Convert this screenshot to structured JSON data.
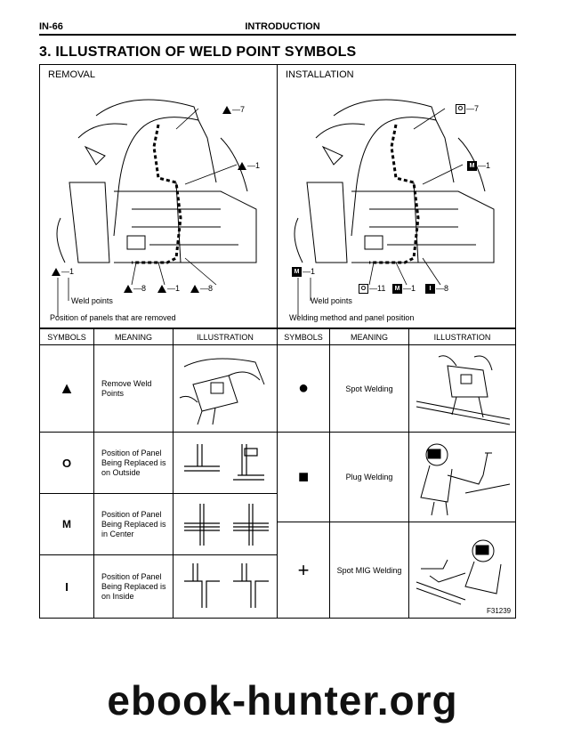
{
  "header": {
    "page_num": "IN-66",
    "title": "INTRODUCTION"
  },
  "section_title": "3.  ILLUSTRATION OF WELD POINT SYMBOLS",
  "removal": {
    "label": "REMOVAL",
    "callouts": [
      "7",
      "1",
      "8",
      "1",
      "8"
    ],
    "legend_num": "1",
    "weld_points_label": "Weld points",
    "position_label": "Position of panels that are removed"
  },
  "installation": {
    "label": "INSTALLATION",
    "callouts": [
      "7",
      "1",
      "11",
      "1",
      "8"
    ],
    "legend_num": "1",
    "weld_points_label": "Weld points",
    "position_label": "Welding method and panel position"
  },
  "left_table": {
    "headers": [
      "SYMBOLS",
      "MEANING",
      "ILLUSTRATION"
    ],
    "rows": [
      {
        "symbol": "▲",
        "meaning": "Remove Weld Points"
      },
      {
        "symbol": "O",
        "meaning": "Position of Panel Being Replaced is on Outside"
      },
      {
        "symbol": "M",
        "meaning": "Position of Panel Being Replaced is in Center"
      },
      {
        "symbol": "I",
        "meaning": "Position of Panel Being Replaced is on Inside"
      }
    ]
  },
  "right_table": {
    "headers": [
      "SYMBOLS",
      "MEANING",
      "ILLUSTRATION"
    ],
    "rows": [
      {
        "symbol": "●",
        "meaning": "Spot Welding"
      },
      {
        "symbol": "■",
        "meaning": "Plug Welding"
      },
      {
        "symbol": "+",
        "meaning": "Spot MIG Welding"
      }
    ]
  },
  "figure_code": "F31239",
  "watermark": "ebook-hunter.org"
}
